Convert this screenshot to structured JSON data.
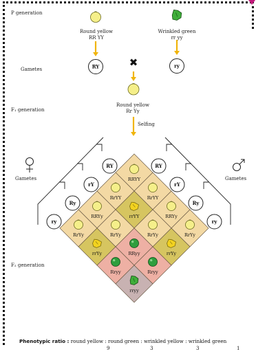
{
  "labels": {
    "p_generation": "P generation",
    "gametes": "Gametes",
    "f1_generation": "F₁ generation",
    "selfing": "Selfing",
    "f2_generation": "F₂ generation",
    "female_gametes": "Gametes",
    "male_gametes": "Gametes",
    "cross_symbol": "✖"
  },
  "parents": {
    "left_phenotype": "Round yellow",
    "left_genotype": "RR      YY",
    "right_phenotype": "Wrinkled green",
    "right_genotype": "rr       yy"
  },
  "p_gametes": {
    "left": "RY",
    "right": "ry"
  },
  "f1": {
    "phenotype": "Round yellow",
    "genotype": "Rr Yy"
  },
  "female_gamete_list": [
    "RY",
    "rY",
    "Ry",
    "ry"
  ],
  "male_gamete_list": [
    "RY",
    "rY",
    "Ry",
    "ry"
  ],
  "grid": [
    [
      "RRYY",
      "RrYY",
      "RRYy",
      "RrYy"
    ],
    [
      "RrYY",
      "rrYY",
      "RrYy",
      "rrYy"
    ],
    [
      "RRYy",
      "RrYy",
      "RRyy",
      "Rryy"
    ],
    [
      "RrYy",
      "rrYy",
      "Rryy",
      "rryy"
    ]
  ],
  "phenotype_ratio": {
    "label": "Phenotypic ratio :",
    "classes": "round yellow : round green : wrinkled yellow : wrinkled green",
    "values": [
      "9",
      "3",
      "3",
      "1"
    ]
  },
  "colors": {
    "round_yellow_cell": "#f3d9a4",
    "wrinkled_yellow_cell": "#d6c560",
    "round_green_cell": "#eeb0a4",
    "wrinkled_green_cell": "#c8b2b2",
    "seed_yellow": "#f5ef8a",
    "seed_green": "#2f9e3e",
    "arrow": "#f0b40a"
  }
}
